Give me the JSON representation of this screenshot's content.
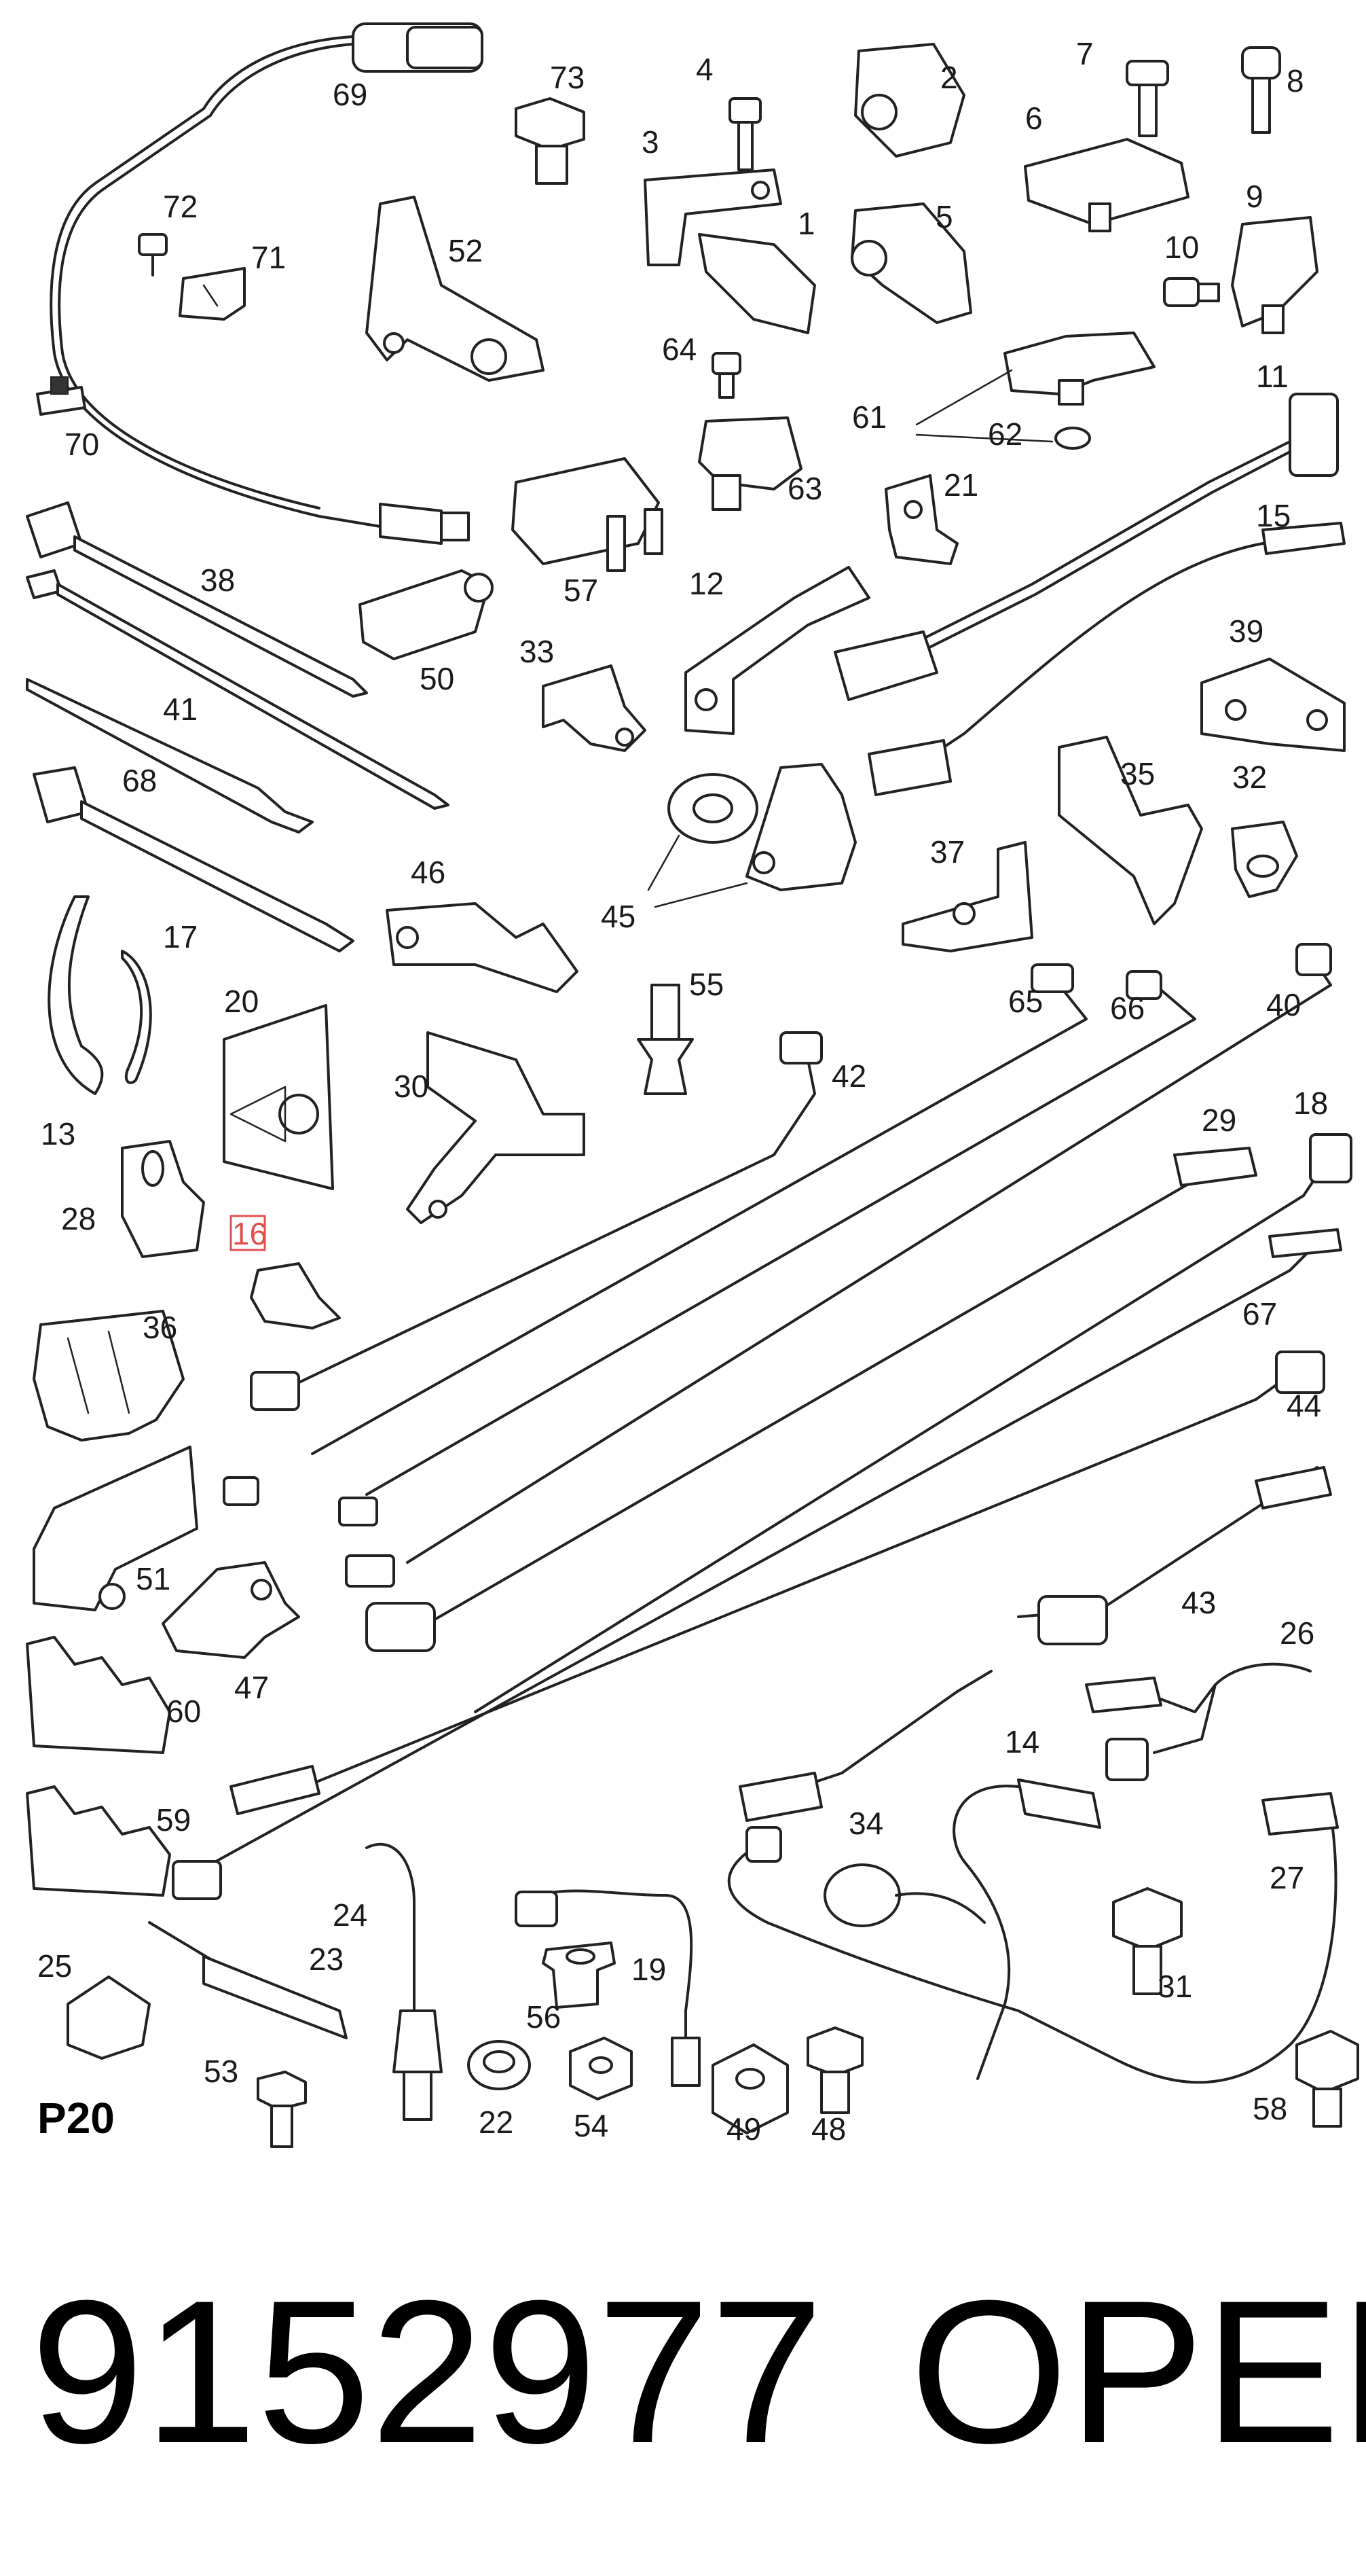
{
  "catalog": {
    "page_code": "P20",
    "part_number": "9152977",
    "brand": "OPEL",
    "highlight_color": "#e05050"
  },
  "callouts": [
    {
      "id": "1",
      "label": "1"
    },
    {
      "id": "2",
      "label": "2"
    },
    {
      "id": "3",
      "label": "3"
    },
    {
      "id": "4",
      "label": "4"
    },
    {
      "id": "5",
      "label": "5"
    },
    {
      "id": "6",
      "label": "6"
    },
    {
      "id": "7",
      "label": "7"
    },
    {
      "id": "8",
      "label": "8"
    },
    {
      "id": "9",
      "label": "9"
    },
    {
      "id": "10",
      "label": "10"
    },
    {
      "id": "11",
      "label": "11"
    },
    {
      "id": "12",
      "label": "12"
    },
    {
      "id": "13",
      "label": "13"
    },
    {
      "id": "14",
      "label": "14"
    },
    {
      "id": "15",
      "label": "15"
    },
    {
      "id": "16",
      "label": "16",
      "highlighted": true
    },
    {
      "id": "17",
      "label": "17"
    },
    {
      "id": "18",
      "label": "18"
    },
    {
      "id": "19",
      "label": "19"
    },
    {
      "id": "20",
      "label": "20"
    },
    {
      "id": "21",
      "label": "21"
    },
    {
      "id": "22",
      "label": "22"
    },
    {
      "id": "23",
      "label": "23"
    },
    {
      "id": "24",
      "label": "24"
    },
    {
      "id": "25",
      "label": "25"
    },
    {
      "id": "26",
      "label": "26"
    },
    {
      "id": "27",
      "label": "27"
    },
    {
      "id": "28",
      "label": "28"
    },
    {
      "id": "29",
      "label": "29"
    },
    {
      "id": "30",
      "label": "30"
    },
    {
      "id": "31",
      "label": "31"
    },
    {
      "id": "32",
      "label": "32"
    },
    {
      "id": "33",
      "label": "33"
    },
    {
      "id": "34",
      "label": "34"
    },
    {
      "id": "35",
      "label": "35"
    },
    {
      "id": "36",
      "label": "36"
    },
    {
      "id": "37",
      "label": "37"
    },
    {
      "id": "38",
      "label": "38"
    },
    {
      "id": "39",
      "label": "39"
    },
    {
      "id": "40",
      "label": "40"
    },
    {
      "id": "41",
      "label": "41"
    },
    {
      "id": "42",
      "label": "42"
    },
    {
      "id": "43",
      "label": "43"
    },
    {
      "id": "44",
      "label": "44"
    },
    {
      "id": "45",
      "label": "45"
    },
    {
      "id": "46",
      "label": "46"
    },
    {
      "id": "47",
      "label": "47"
    },
    {
      "id": "48",
      "label": "48"
    },
    {
      "id": "49",
      "label": "49"
    },
    {
      "id": "50",
      "label": "50"
    },
    {
      "id": "51",
      "label": "51"
    },
    {
      "id": "52",
      "label": "52"
    },
    {
      "id": "53",
      "label": "53"
    },
    {
      "id": "54",
      "label": "54"
    },
    {
      "id": "55",
      "label": "55"
    },
    {
      "id": "56",
      "label": "56"
    },
    {
      "id": "57",
      "label": "57"
    },
    {
      "id": "58",
      "label": "58"
    },
    {
      "id": "59",
      "label": "59"
    },
    {
      "id": "60",
      "label": "60"
    },
    {
      "id": "61",
      "label": "61"
    },
    {
      "id": "62",
      "label": "62"
    },
    {
      "id": "63",
      "label": "63"
    },
    {
      "id": "64",
      "label": "64"
    },
    {
      "id": "65",
      "label": "65"
    },
    {
      "id": "66",
      "label": "66"
    },
    {
      "id": "67",
      "label": "67"
    },
    {
      "id": "68",
      "label": "68"
    },
    {
      "id": "69",
      "label": "69"
    },
    {
      "id": "70",
      "label": "70"
    },
    {
      "id": "71",
      "label": "71"
    },
    {
      "id": "72",
      "label": "72"
    },
    {
      "id": "73",
      "label": "73"
    }
  ]
}
